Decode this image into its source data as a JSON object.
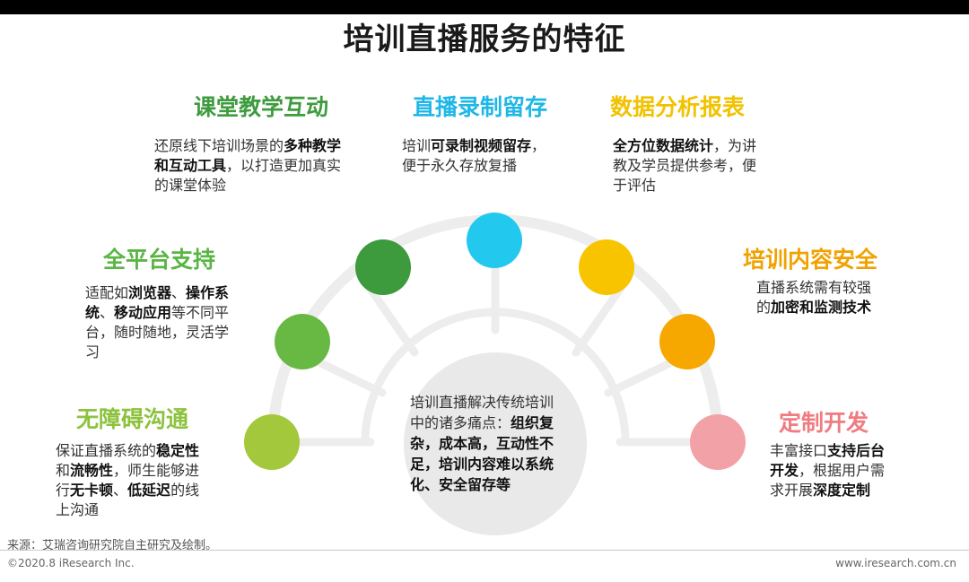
{
  "title": "培训直播服务的特征",
  "colors": {
    "yellow_green": "#a4c83c",
    "green": "#68b844",
    "dark_green": "#3d9a3d",
    "cyan": "#22c8ee",
    "yellow": "#f8c400",
    "orange": "#f6a800",
    "pink": "#f2a1a6",
    "arc_gray": "#ececec",
    "center_gray": "#e9e9e9"
  },
  "features": [
    {
      "id": "barrier_free",
      "title": "无障碍沟通",
      "color": "#8dc23f",
      "lines": [
        [
          {
            "t": "保证直播系统的",
            "b": false
          },
          {
            "t": "稳定性",
            "b": true
          }
        ],
        [
          {
            "t": "和",
            "b": false
          },
          {
            "t": "流畅性",
            "b": true
          },
          {
            "t": "，师生能够进",
            "b": false
          }
        ],
        [
          {
            "t": "行",
            "b": false
          },
          {
            "t": "无卡顿",
            "b": true
          },
          {
            "t": "、",
            "b": false
          },
          {
            "t": "低延迟",
            "b": true
          },
          {
            "t": "的线",
            "b": false
          }
        ],
        [
          {
            "t": "上沟通",
            "b": false
          }
        ]
      ]
    },
    {
      "id": "all_platform",
      "title": "全平台支持",
      "color": "#5ab544",
      "lines": [
        [
          {
            "t": "适配如",
            "b": false
          },
          {
            "t": "浏览器",
            "b": true
          },
          {
            "t": "、",
            "b": false
          },
          {
            "t": "操作系",
            "b": true
          }
        ],
        [
          {
            "t": "统",
            "b": true
          },
          {
            "t": "、",
            "b": false
          },
          {
            "t": "移动应用",
            "b": true
          },
          {
            "t": "等不同平",
            "b": false
          }
        ],
        [
          {
            "t": "台，随时随地，灵活学",
            "b": false
          }
        ],
        [
          {
            "t": "习",
            "b": false
          }
        ]
      ]
    },
    {
      "id": "classroom",
      "title": "课堂教学互动",
      "color": "#3f9b3f",
      "lines": [
        [
          {
            "t": "还原线下培训场景的",
            "b": false
          },
          {
            "t": "多种教学",
            "b": true
          }
        ],
        [
          {
            "t": "和互动工具",
            "b": true
          },
          {
            "t": "，以打造更加真实",
            "b": false
          }
        ],
        [
          {
            "t": "的课堂体验",
            "b": false
          }
        ]
      ]
    },
    {
      "id": "record",
      "title": "直播录制留存",
      "color": "#1fb7e6",
      "lines": [
        [
          {
            "t": "培训",
            "b": false
          },
          {
            "t": "可录制视频留存",
            "b": true
          },
          {
            "t": "，",
            "b": false
          }
        ],
        [
          {
            "t": "便于永久存放复播",
            "b": false
          }
        ]
      ]
    },
    {
      "id": "analytics",
      "title": "数据分析报表",
      "color": "#f2c200",
      "lines": [
        [
          {
            "t": "全方位数据统计",
            "b": true
          },
          {
            "t": "，为讲",
            "b": false
          }
        ],
        [
          {
            "t": "教及学员提供参考，便",
            "b": false
          }
        ],
        [
          {
            "t": "于评估",
            "b": false
          }
        ]
      ]
    },
    {
      "id": "security",
      "title": "培训内容安全",
      "color": "#f0a200",
      "lines": [
        [
          {
            "t": "直播系统需有较强",
            "b": false
          }
        ],
        [
          {
            "t": "的",
            "b": false
          },
          {
            "t": "加密和监测技术",
            "b": true
          }
        ]
      ]
    },
    {
      "id": "custom",
      "title": "定制开发",
      "color": "#ef7c80",
      "lines": [
        [
          {
            "t": "丰富接口",
            "b": false
          },
          {
            "t": "支持后台",
            "b": true
          }
        ],
        [
          {
            "t": "开发",
            "b": true
          },
          {
            "t": "，根据用户需",
            "b": false
          }
        ],
        [
          {
            "t": "求开展",
            "b": false
          },
          {
            "t": "深度定制",
            "b": true
          }
        ]
      ]
    }
  ],
  "center": {
    "lines": [
      [
        {
          "t": "培训直播解决传统培训",
          "b": false
        }
      ],
      [
        {
          "t": "中的诸多痛点：",
          "b": false
        },
        {
          "t": "组织复",
          "b": true
        }
      ],
      [
        {
          "t": "杂，成本高，互动性不",
          "b": true
        }
      ],
      [
        {
          "t": "足，培训内容难以系统",
          "b": true
        }
      ],
      [
        {
          "t": "化、安全留存等",
          "b": true
        }
      ]
    ]
  },
  "footer": {
    "source": "来源：艾瑞咨询研究院自主研究及绘制。",
    "copyright": "©2020.8 iResearch Inc.",
    "website": "www.iresearch.com.cn"
  }
}
